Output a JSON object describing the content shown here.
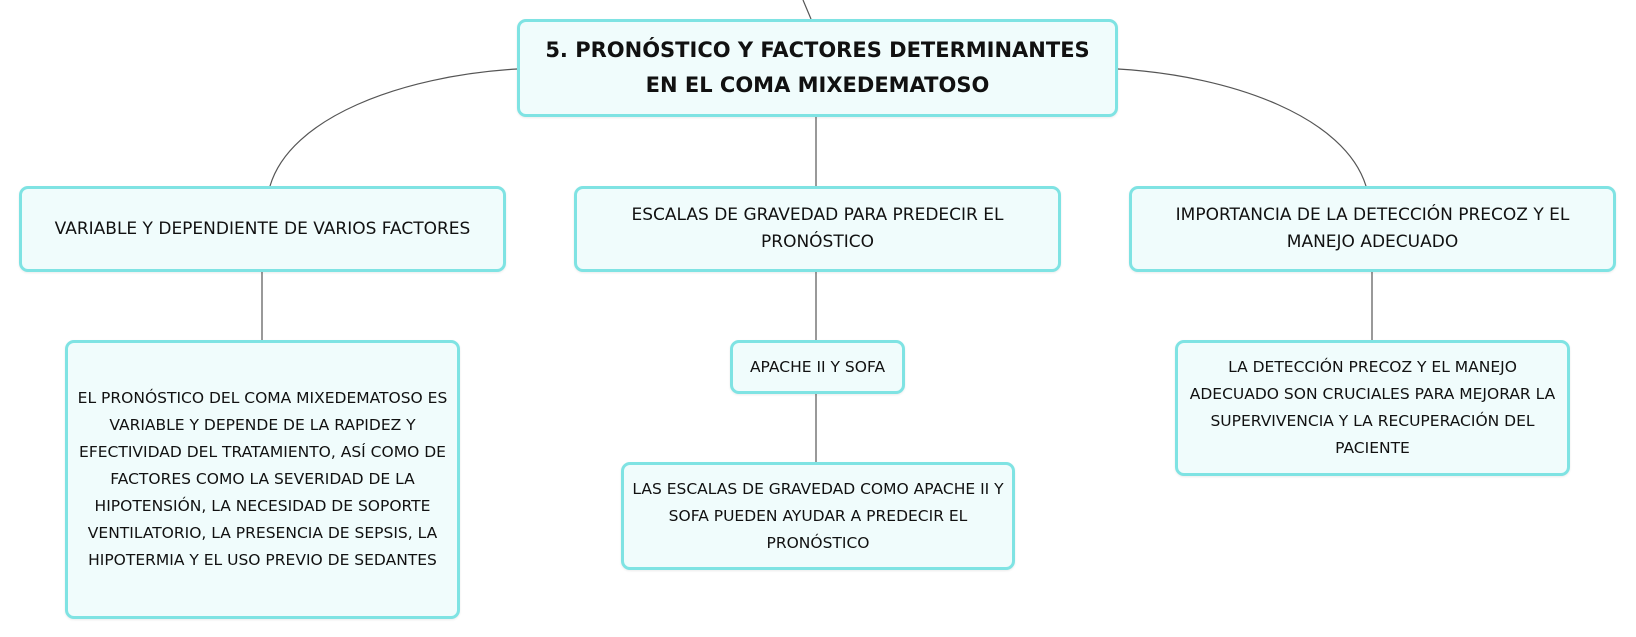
{
  "root": {
    "label": "5. PRONÓSTICO Y FACTORES DETERMINANTES EN EL COMA MIXEDEMATOSO"
  },
  "branches": [
    {
      "label": "VARIABLE Y DEPENDIENTE DE VARIOS FACTORES",
      "children": [
        {
          "label": "EL PRONÓSTICO DEL COMA MIXEDEMATOSO ES VARIABLE Y DEPENDE DE LA RAPIDEZ Y EFECTIVIDAD DEL TRATAMIENTO, ASÍ COMO DE FACTORES COMO LA SEVERIDAD DE LA HIPOTENSIÓN, LA NECESIDAD DE SOPORTE VENTILATORIO, LA PRESENCIA DE SEPSIS, LA HIPOTERMIA Y EL USO PREVIO DE SEDANTES"
        }
      ]
    },
    {
      "label": "ESCALAS DE GRAVEDAD PARA PREDECIR EL PRONÓSTICO",
      "children": [
        {
          "label": "APACHE II Y SOFA",
          "children": [
            {
              "label": "LAS ESCALAS DE GRAVEDAD COMO APACHE II Y SOFA PUEDEN AYUDAR A PREDECIR EL PRONÓSTICO"
            }
          ]
        }
      ]
    },
    {
      "label": "IMPORTANCIA DE LA DETECCIÓN PRECOZ Y EL MANEJO ADECUADO",
      "children": [
        {
          "label": "LA DETECCIÓN PRECOZ Y EL MANEJO ADECUADO SON CRUCIALES PARA MEJORAR LA SUPERVIVENCIA Y LA RECUPERACIÓN DEL PACIENTE"
        }
      ]
    }
  ]
}
